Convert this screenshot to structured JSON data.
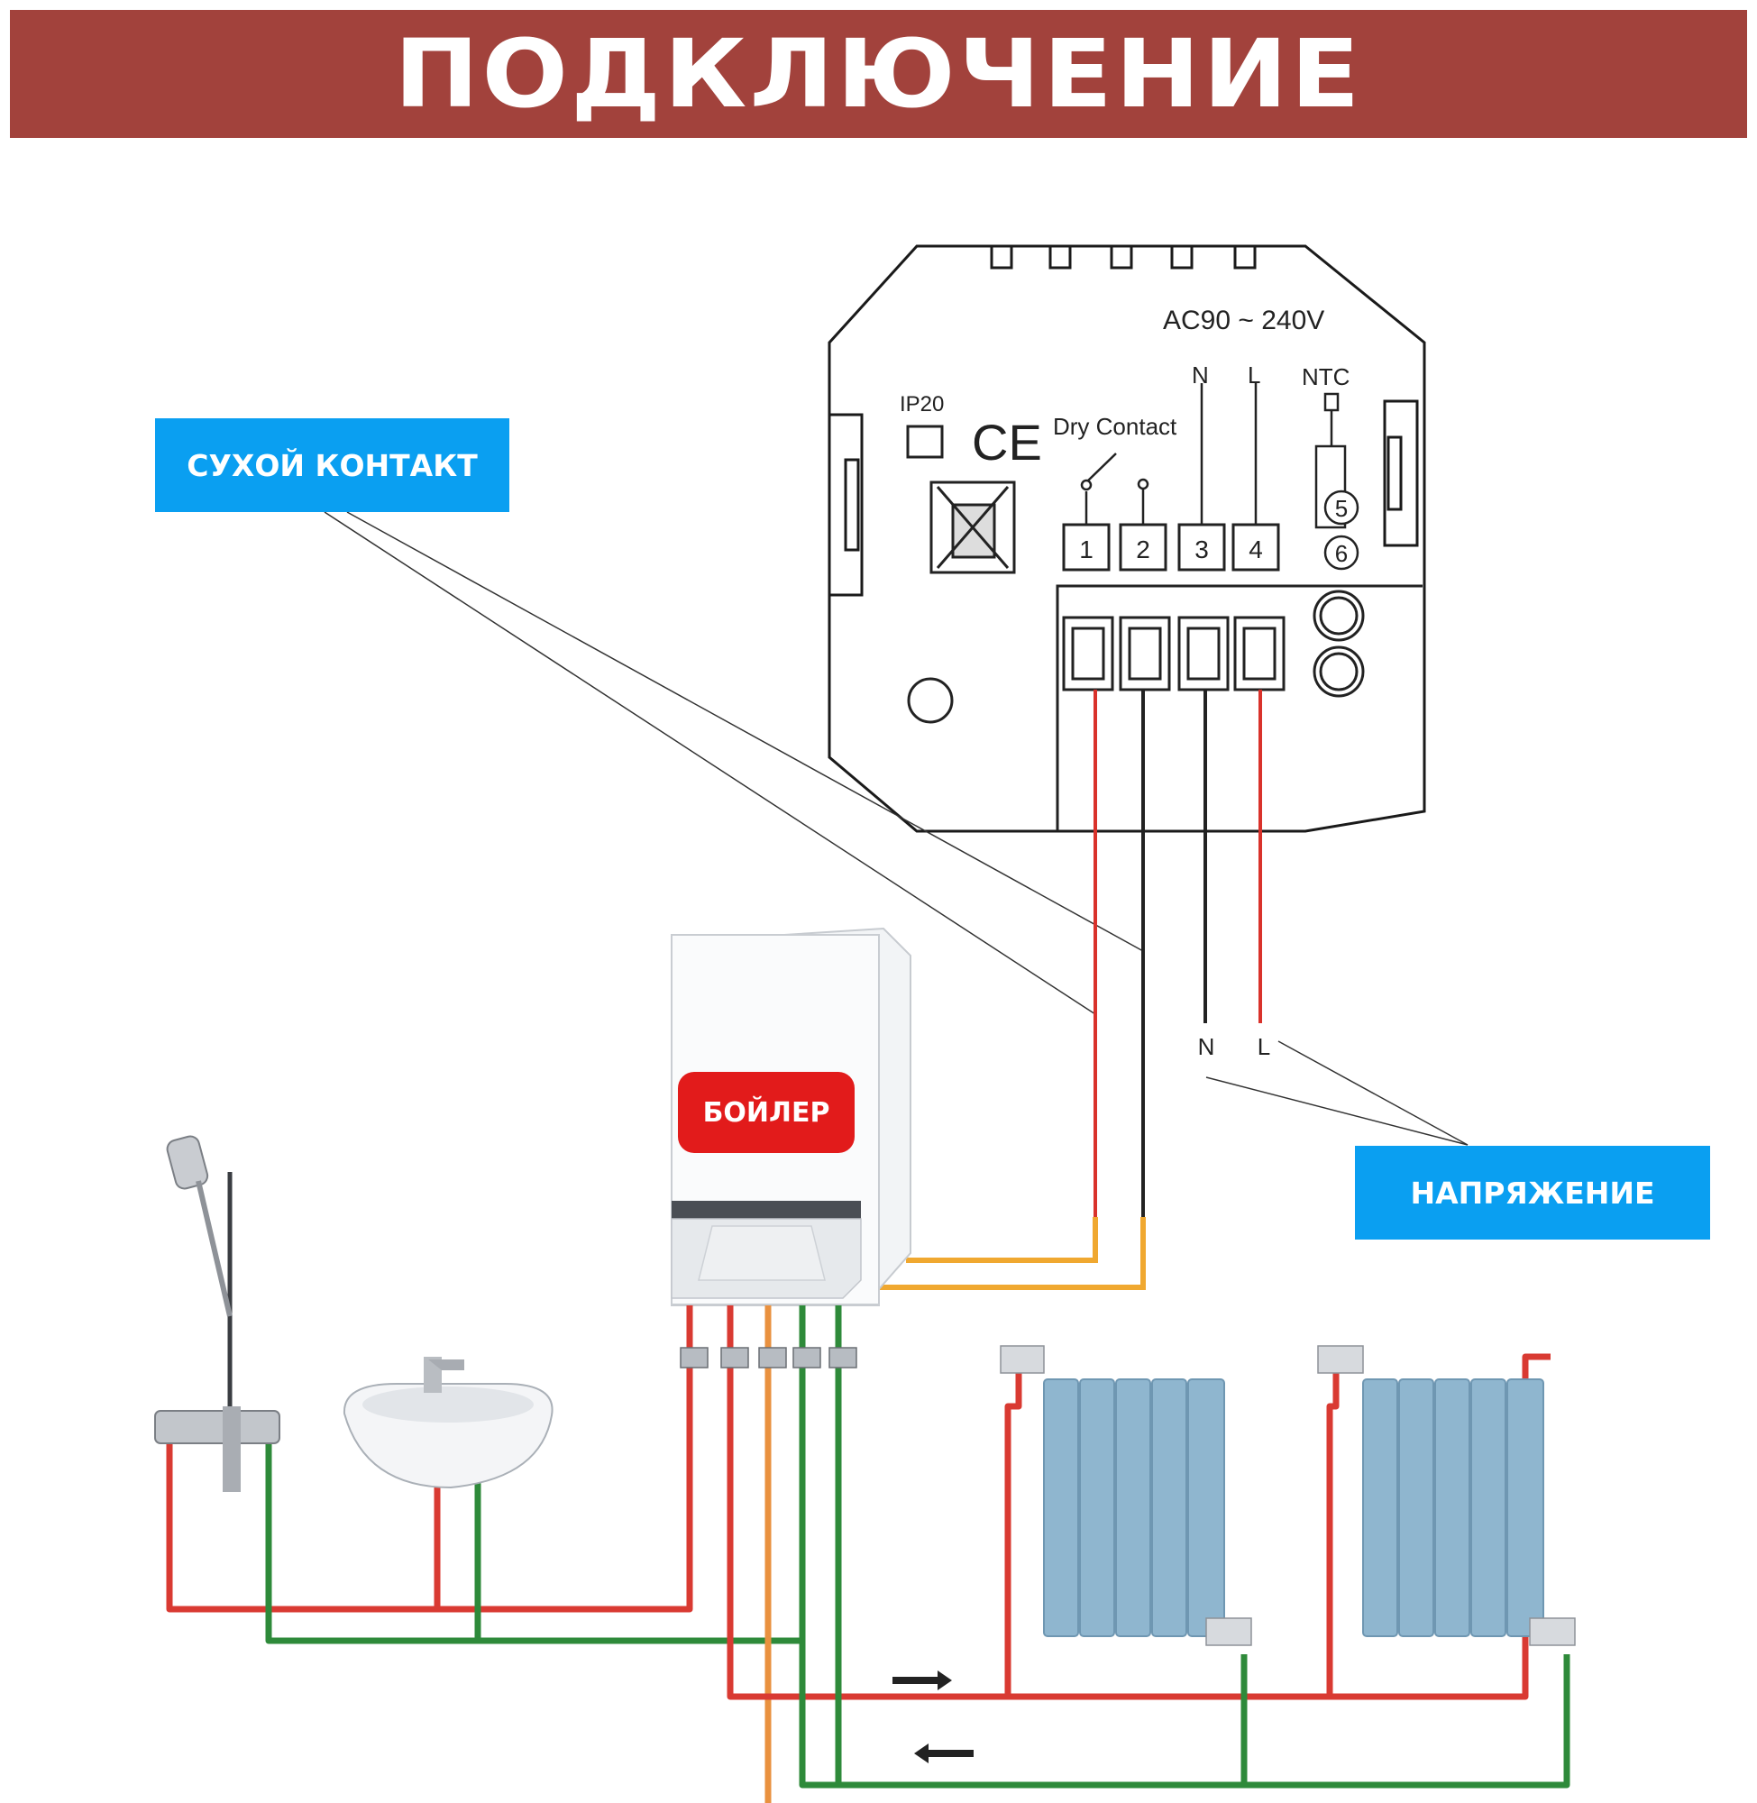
{
  "title": "ПОДКЛЮЧЕНИЕ",
  "callouts": {
    "dry_contact": "СУХОЙ КОНТАКТ",
    "voltage": "НАПРЯЖЕНИЕ",
    "boiler": "БОЙЛЕР"
  },
  "thermostat": {
    "voltage_rating": "AC90 ~ 240V",
    "ip_rating": "IP20",
    "ce_mark": "CE",
    "dry_contact_label": "Dry Contact",
    "terminal_labels": [
      "N",
      "L",
      "NTC"
    ],
    "terminals": [
      "1",
      "2",
      "3",
      "4"
    ],
    "ntc_terminals": [
      "5",
      "6"
    ]
  },
  "wire_labels": {
    "n": "N",
    "l": "L"
  },
  "colors": {
    "banner": "#a2423c",
    "callout": "#0a9ff1",
    "boiler_label": "#e21b1b",
    "hot_pipe": "#d93a32",
    "cold_pipe": "#2e8a3a",
    "gas_pipe": "#e9913f",
    "signal_wire": "#f0a830",
    "radiator": "#8fb6cf"
  },
  "icons": [
    "weee-bin-icon",
    "shower-icon",
    "washbasin-icon",
    "boiler-icon",
    "radiator-icon",
    "flow-arrow-icon"
  ]
}
